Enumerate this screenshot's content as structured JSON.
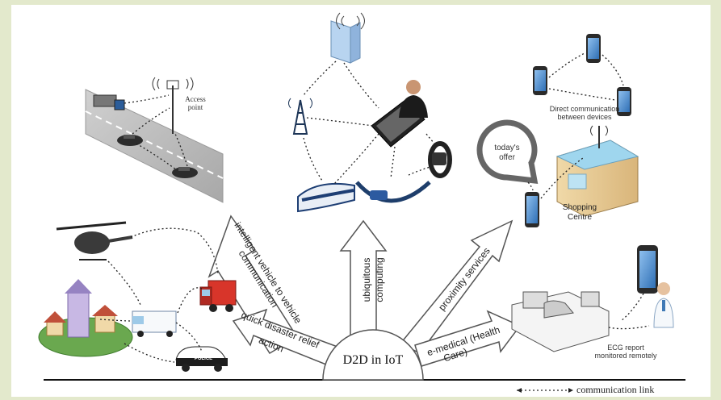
{
  "center": {
    "label": "D2D in IoT"
  },
  "branches": {
    "vehicle": "intelligent vehicle to vehicle communication",
    "ubiquitous_line1": "ubiquitous",
    "ubiquitous_line2": "computing",
    "proximity": "proximity services",
    "disaster_line1": "quick disaster relief",
    "disaster_line2": "action",
    "emedical_line1": "e-medical (Health",
    "emedical_line2": "Care)"
  },
  "labels": {
    "access_point_line1": "Access",
    "access_point_line2": "point",
    "direct_comm_line1": "Direct communication",
    "direct_comm_line2": "between devices",
    "todays_offer_line1": "today's",
    "todays_offer_line2": "offer",
    "shopping_line1": "Shopping",
    "shopping_line2": "Centre",
    "ecg_line1": "ECG report",
    "ecg_line2": "monitored remotely",
    "police": "POLICE"
  },
  "legend": {
    "label": "communication link"
  },
  "colors": {
    "background": "#e3e9cc",
    "arrow_fill": "#ffffff",
    "arrow_stroke": "#555555",
    "phone_blue": "#4a86c5",
    "fire_red": "#d8352a"
  },
  "icons": [
    "tower-icon",
    "phone-icon",
    "person-icon",
    "smartwatch-icon",
    "glasses-icon",
    "train-icon",
    "car-icon",
    "truck-icon",
    "helicopter-icon",
    "ambulance-icon",
    "fire-truck-icon",
    "police-car-icon",
    "town-icon",
    "building-icon",
    "hospital-bed-icon",
    "doctor-icon"
  ]
}
